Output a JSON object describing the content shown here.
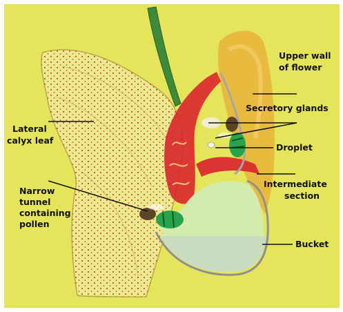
{
  "labels": {
    "upper_wall": [
      "Upper wall",
      "of flower"
    ],
    "secretory": "Secretory glands",
    "lateral": [
      "Lateral",
      "calyx leaf"
    ],
    "droplet": "Droplet",
    "intermediate": [
      "Intermediate",
      "section"
    ],
    "narrow": [
      "Narrow",
      "tunnel",
      "containing",
      "pollen"
    ],
    "bucket": "Bucket"
  },
  "colors": {
    "background": "#e4e55a",
    "calyx": "#ecea8e",
    "calyx_dots": "#c8202a",
    "flower_wall": "#e9b43a",
    "stem": "#3f8a3a",
    "red_tissue": "#d9262c",
    "bucket_fluid": "#c9dcc2",
    "bucket_wall": "#8f8f8f",
    "bee_body": "#5a4626",
    "bee_green": "#27a44c"
  }
}
